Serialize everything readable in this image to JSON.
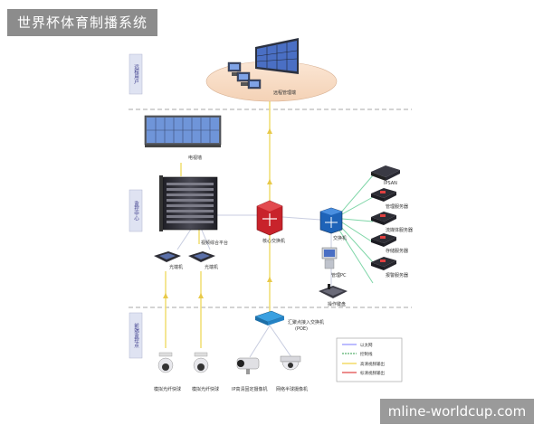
{
  "page": {
    "title": "世界杯体育制播系统",
    "watermark": "mline-worldcup.com"
  },
  "zones": [
    {
      "id": "remote",
      "label": "远程用户"
    },
    {
      "id": "monitor",
      "label": "监控中心"
    },
    {
      "id": "frontend",
      "label": "前端监控点"
    }
  ],
  "nodes": {
    "remote_mgmt": "远程管理端",
    "tv_wall": "电视墙",
    "video_platform": "视频综合平台",
    "core_switch": "核心交换机",
    "switch": "交换机",
    "optical_1": "光端机",
    "optical_2": "光端机",
    "ipsan": "IPSAN",
    "mgmt_server": "管理服务器",
    "stream_server": "流媒体服务器",
    "storage_server": "存储服务器",
    "alarm_server": "报警服务器",
    "mgmt_pc": "管理PC",
    "keyboard": "操作键盘",
    "poe_switch": "汇聚点接入交换机",
    "poe_note": "(POE)",
    "cam_1": "模拟光纤快球",
    "cam_2": "模拟光纤快球",
    "cam_3": "IP高清固定摄像机",
    "cam_4": "网络半球摄像机"
  },
  "legend": {
    "items": [
      {
        "label": "以太网",
        "color": "#7a7aff"
      },
      {
        "label": "控制线",
        "color": "#2e9e4a"
      },
      {
        "label": "高清视频输出",
        "color": "#f0d040"
      },
      {
        "label": "标清视频输出",
        "color": "#e04040"
      }
    ]
  },
  "colors": {
    "video_line": "#f2df7a",
    "ethernet_line": "#c8cde0",
    "control_line": "#7fd6a8",
    "zone_dash": "#8a8a8a",
    "device_dark": "#2d2d35",
    "screen_blue": "#4a6fc4"
  }
}
